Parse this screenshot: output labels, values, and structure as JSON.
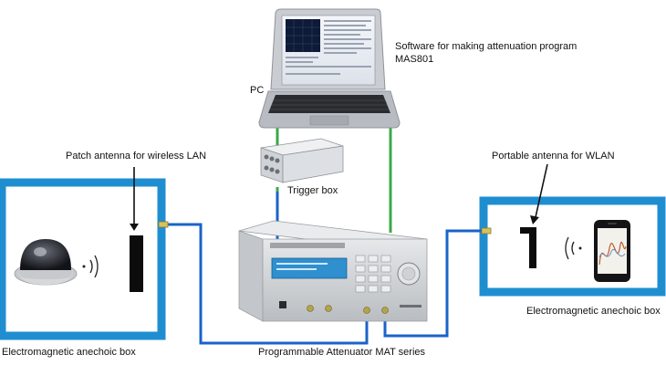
{
  "labels": {
    "software_line1": "Software for making attenuation program",
    "software_line2": "MAS801",
    "pc": "PC",
    "patch_antenna": "Patch antenna for wireless LAN",
    "trigger_box": "Trigger box",
    "portable_antenna": "Portable antenna for WLAN",
    "anechoic_box_right": "Electromagnetic anechoic box",
    "anechoic_box_left": "Electromagnetic anechoic box",
    "attenuator": "Programmable Attenuator MAT series"
  },
  "colors": {
    "anechoic_border": "#1f8ed1",
    "rf_cable": "#1a63c9",
    "trigger_cable": "#3aa84a"
  },
  "icons": [
    "laptop-icon",
    "trigger-box-icon",
    "attenuator-icon",
    "dome-camera-icon",
    "smartphone-icon",
    "signal-waves-icon"
  ]
}
